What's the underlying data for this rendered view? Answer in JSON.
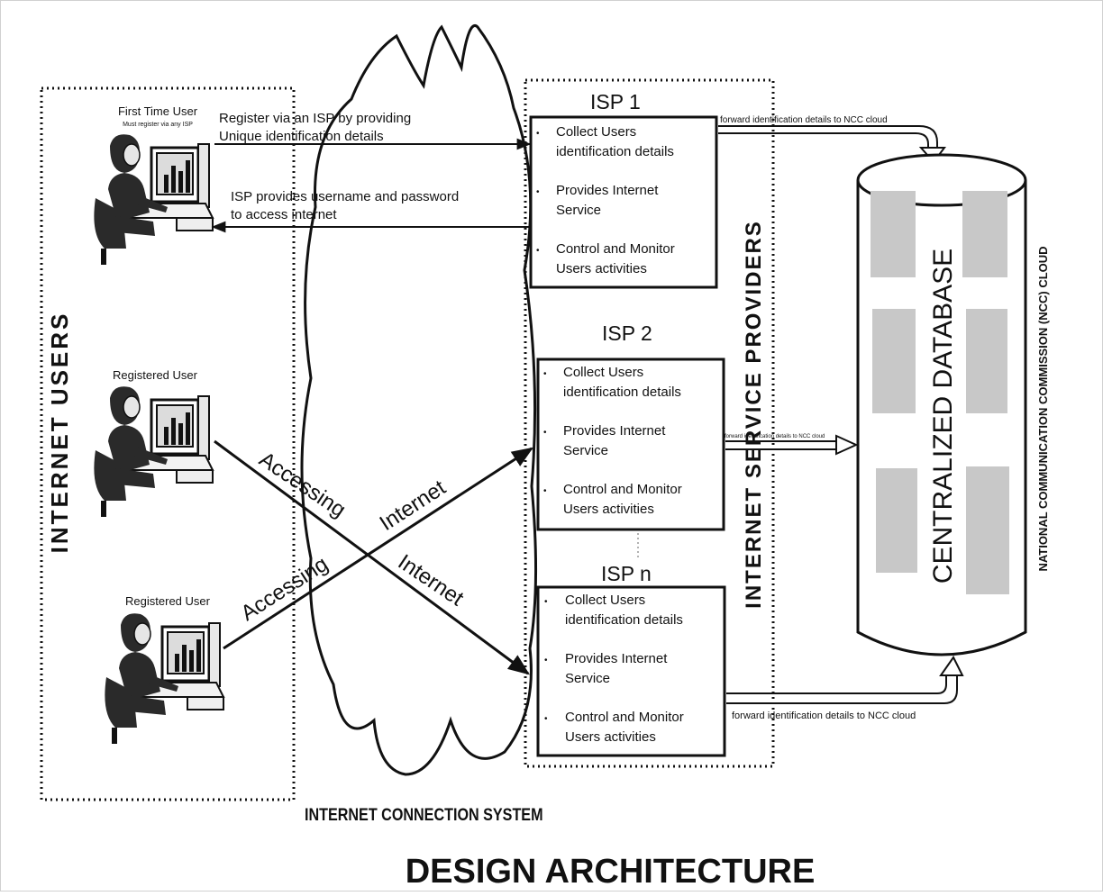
{
  "title": "DESIGN ARCHITECTURE",
  "users": {
    "section_label": "INTERNET USERS",
    "first_user_label": "First Time User",
    "first_user_sub": "Must register via any ISP",
    "registered_label_1": "Registered User",
    "registered_label_2": "Registered User"
  },
  "connection": {
    "register_line1": "Register via an ISP by providing",
    "register_line2": "Unique identification details",
    "provide_line1": "ISP provides username and password",
    "provide_line2": "to access internet",
    "accessing_1": "Accessing",
    "internet_1": "Internet",
    "accessing_2": "Accessing",
    "internet_2": "Internet",
    "system_label": "INTERNET CONNECTION SYSTEM"
  },
  "isps": {
    "section_label": "INTERNET SERVICE PROVIDERS",
    "isp1_title": "ISP 1",
    "isp2_title": "ISP 2",
    "ispn_title": "ISP n",
    "items": [
      [
        "Collect Users",
        "identification details"
      ],
      [
        "Provides Internet",
        "Service"
      ],
      [
        "Control and Monitor",
        "Users activities"
      ]
    ]
  },
  "forward": {
    "label_top": "forward identification details to NCC cloud",
    "label_mid": "forward identification details to NCC cloud",
    "label_bottom": "forward identification details to NCC cloud"
  },
  "ncc": {
    "db_label": "CENTRALIZED DATABASE",
    "cloud_label": "NATIONAL COMMUNICATION COMMISSION (NCC) CLOUD"
  },
  "colors": {
    "ink": "#111111",
    "block": "#c8c8c8",
    "skin": "#e6e6e6",
    "hair": "#2a2a2a"
  },
  "icons": [
    "user-at-computer-icon",
    "cloud-shape",
    "database-cylinder"
  ]
}
